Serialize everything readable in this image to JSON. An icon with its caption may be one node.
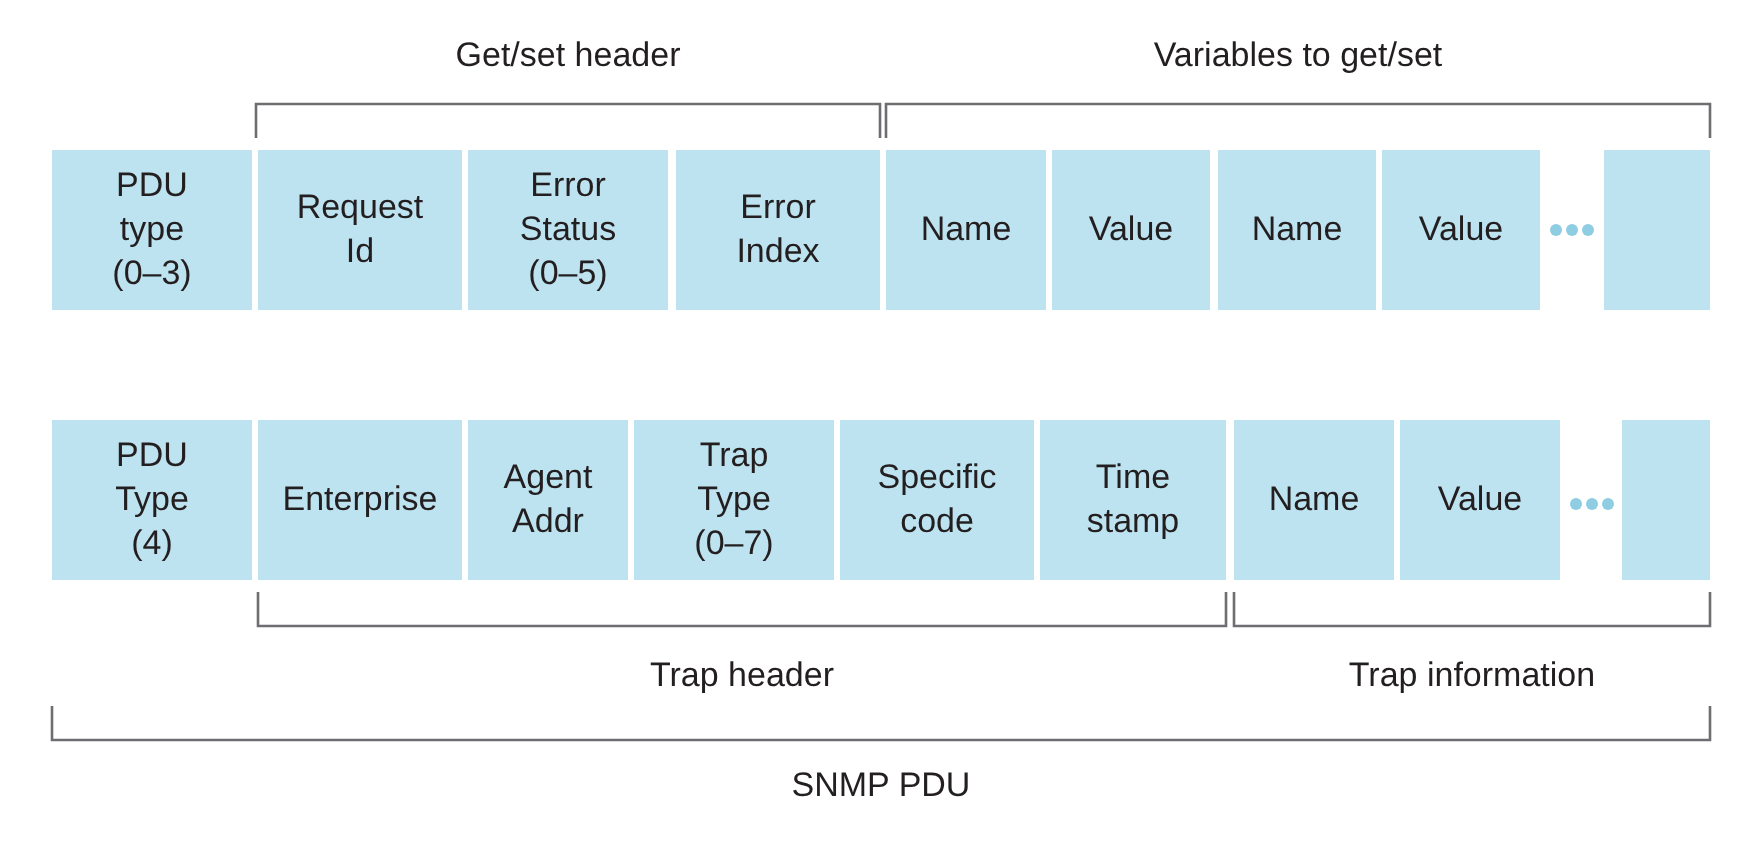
{
  "diagram": {
    "nodes": [
      {
        "text": [
          "PDU type (0–3)"
        ]
      },
      {
        "text": [
          "Request Id"
        ]
      },
      {
        "text": [
          "Error Status (0–5)"
        ]
      },
      {
        "text": [
          "Error Index"
        ]
      },
      {
        "text": [
          "Name"
        ]
      },
      {
        "text": [
          "Value"
        ]
      },
      {
        "text": [
          "Name"
        ]
      },
      {
        "text": [
          "Value"
        ]
      },
      {
        "text": [],
        "shape": "box"
      },
      {
        "text": [
          "PDU Type (4)"
        ]
      },
      {
        "text": [
          "Enterprise"
        ]
      },
      {
        "text": [
          "Agent Addr"
        ]
      },
      {
        "text": [
          "Trap Type (0–7)"
        ]
      },
      {
        "text": [
          "Specific code"
        ]
      },
      {
        "text": [
          "Time stamp"
        ]
      },
      {
        "text": [
          "Name"
        ]
      },
      {
        "text": [
          "Value"
        ]
      },
      {
        "text": [],
        "shape": "box"
      }
    ],
    "edges": [],
    "labels": [
      "Get/set header",
      "Variables to get/set",
      "Trap header",
      "Trap information",
      "SNMP PDU"
    ]
  }
}
